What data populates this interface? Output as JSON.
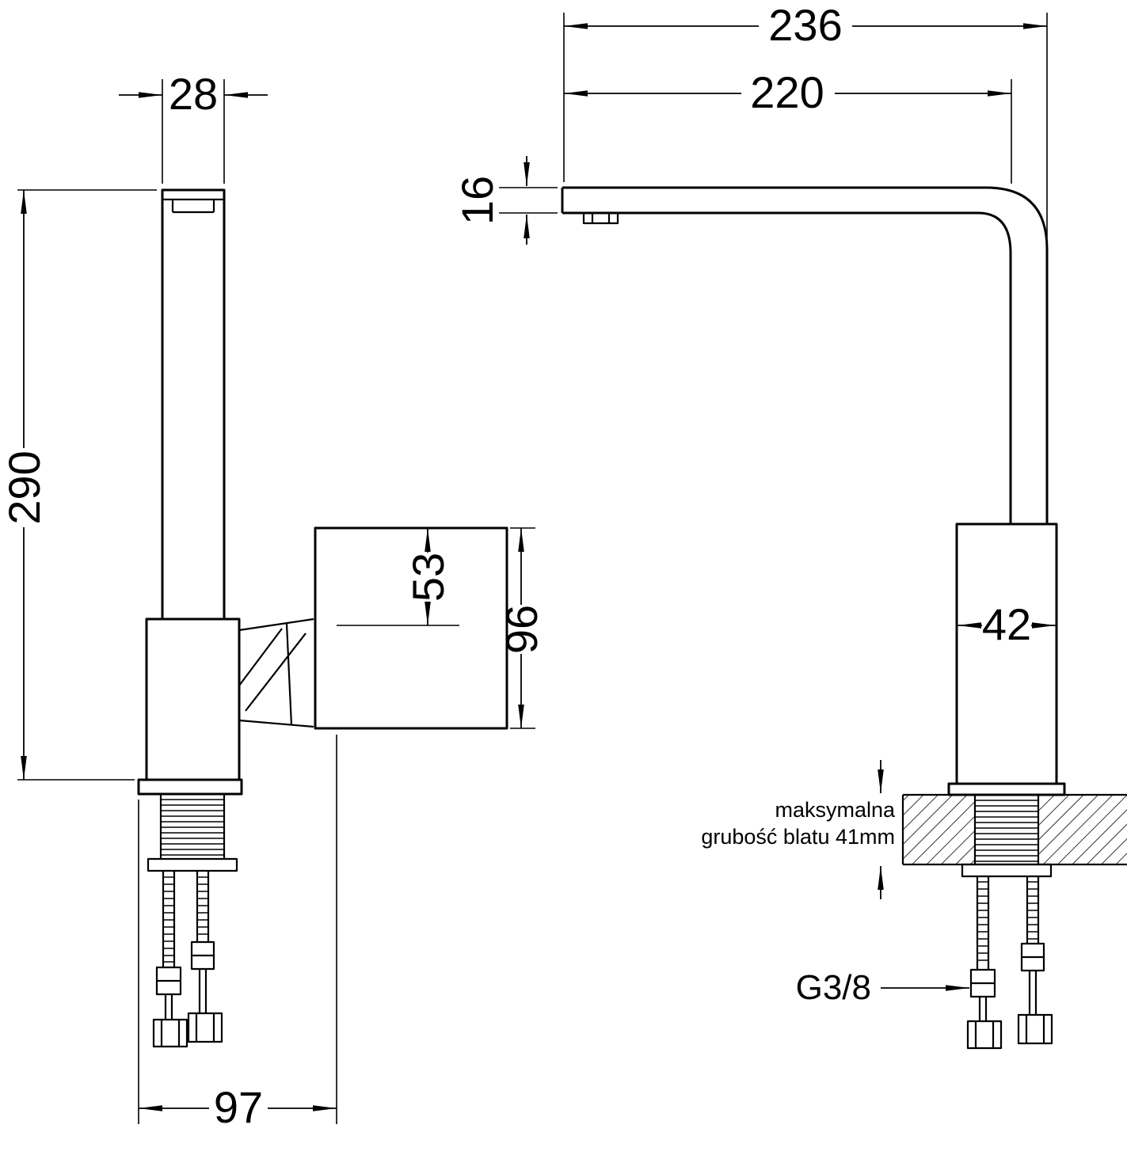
{
  "page": {
    "background": "#ffffff",
    "ink": "#000000"
  },
  "drawing": {
    "side_view": {
      "dim_spout_width_mm": "28",
      "dim_total_height_mm": "290",
      "dim_handle_offset_mm": "53",
      "dim_handle_height_mm": "96",
      "dim_base_depth_mm": "97"
    },
    "front_view": {
      "dim_total_reach_mm": "236",
      "dim_spout_reach_mm": "220",
      "dim_spout_thickness_mm": "16",
      "dim_body_width_mm": "42",
      "counter_note_line1": "maksymalna",
      "counter_note_line2": "grubość blatu 41mm",
      "thread_label": "G3/8"
    }
  }
}
